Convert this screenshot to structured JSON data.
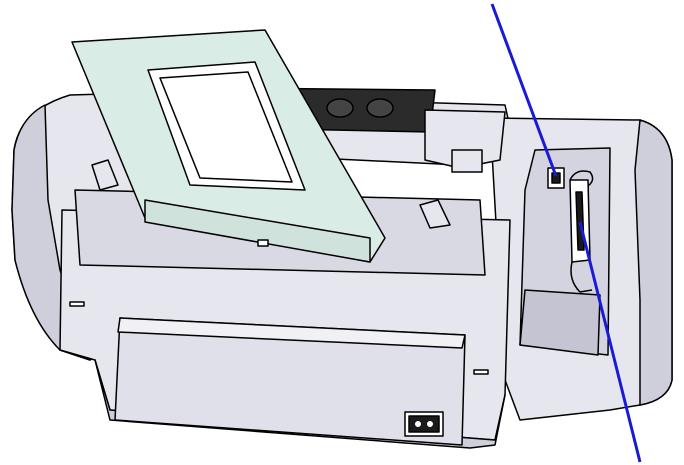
{
  "figure": {
    "subject": "printer-rear-view",
    "callouts": [
      {
        "id": "usb-port-callout",
        "target": "usb-port",
        "color": "#1a1ad6"
      },
      {
        "id": "parallel-port-callout",
        "target": "parallel-port",
        "color": "#1a1ad6"
      }
    ],
    "colors": {
      "body": "#e6e6ee",
      "shade": "#cfcfdb",
      "dark_shade": "#b7b7c6",
      "paper_support": "#d9ece6",
      "dark_cover": "#2b2b2b",
      "outline": "#000000",
      "callout_line": "#1a1ad6"
    }
  }
}
